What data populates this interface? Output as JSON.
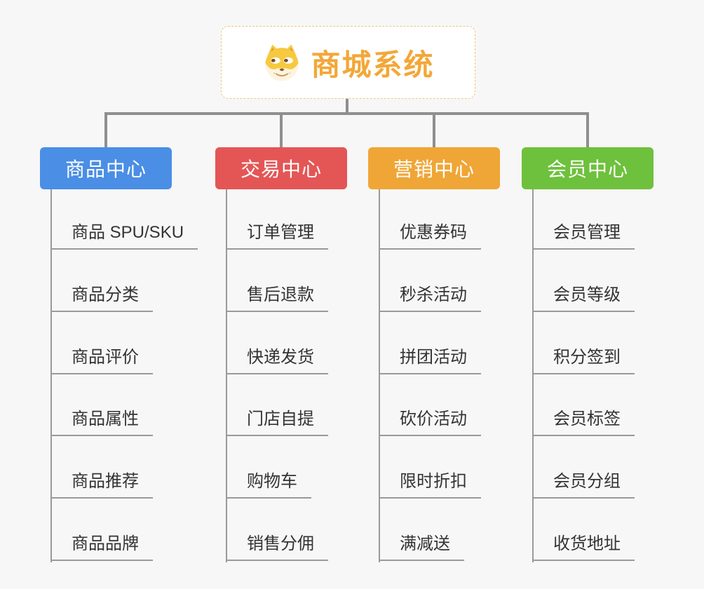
{
  "root": {
    "title": "商城系统",
    "icon": "shiba-dog-face-icon",
    "accent_color": "#f3a738",
    "border_color": "#f0c583"
  },
  "connector_color": "#8f8f8f",
  "branches": [
    {
      "label": "商品中心",
      "color": "#4a8ee6",
      "items": [
        "商品 SPU/SKU",
        "商品分类",
        "商品评价",
        "商品属性",
        "商品推荐",
        "商品品牌"
      ]
    },
    {
      "label": "交易中心",
      "color": "#e45656",
      "items": [
        "订单管理",
        "售后退款",
        "快递发货",
        "门店自提",
        "购物车",
        "销售分佣"
      ]
    },
    {
      "label": "营销中心",
      "color": "#efa636",
      "items": [
        "优惠券码",
        "秒杀活动",
        "拼团活动",
        "砍价活动",
        "限时折扣",
        "满减送"
      ]
    },
    {
      "label": "会员中心",
      "color": "#6ec13c",
      "items": [
        "会员管理",
        "会员等级",
        "积分签到",
        "会员标签",
        "会员分组",
        "收货地址"
      ]
    }
  ]
}
